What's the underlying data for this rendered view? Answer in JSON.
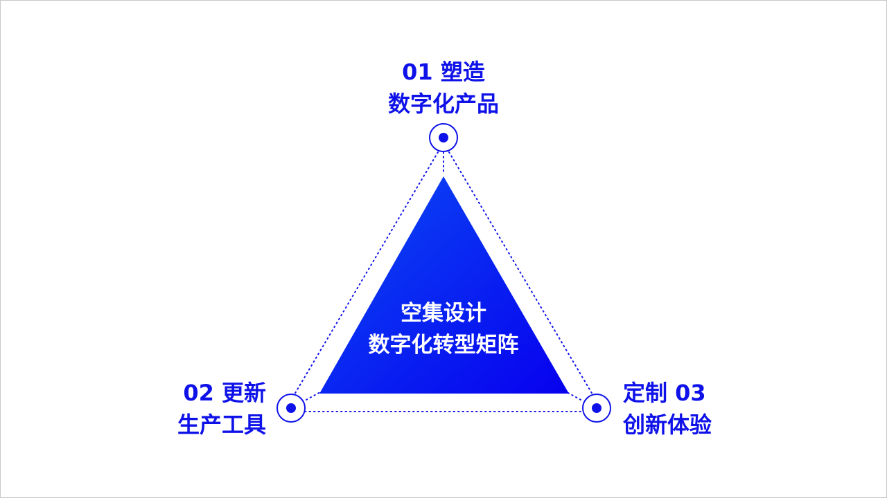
{
  "colors": {
    "accent": "#0f12e8",
    "gradient_start": "#0b4cf5",
    "gradient_end": "#0700ee",
    "center_text": "#ffffff",
    "background": "#ffffff"
  },
  "center": {
    "line1": "空集设计",
    "line2": "数字化转型矩阵"
  },
  "nodes": [
    {
      "id": "01",
      "line1": "01 塑造",
      "line2": "数字化产品",
      "icon": "target-dot-icon"
    },
    {
      "id": "02",
      "line1": "02 更新",
      "line2": "生产工具",
      "icon": "target-dot-icon"
    },
    {
      "id": "03",
      "line1": "定制 03",
      "line2": "创新体验",
      "icon": "target-dot-icon"
    }
  ]
}
